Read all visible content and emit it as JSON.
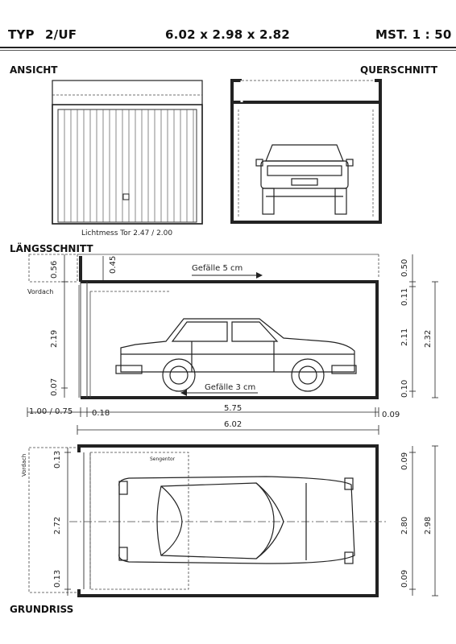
{
  "header": {
    "type_label": "TYP",
    "type_value": "2/UF",
    "dimensions": "6.02 x 2.98 x 2.82",
    "scale": "MST. 1 : 50"
  },
  "sections": {
    "ansicht": "ANSICHT",
    "querschnitt": "QUERSCHNITT",
    "laengsschnitt": "LÄNGSSCHNITT",
    "grundriss": "GRUNDRISS"
  },
  "ansicht": {
    "door_clearance": "Lichtmess Tor 2.47 / 2.00"
  },
  "laengsschnitt": {
    "slope_roof": "Gefälle  5 cm",
    "slope_floor": "Gefälle  3 cm",
    "vordach": "Vordach",
    "dim_left": [
      "0.56",
      "2.19",
      "0.07"
    ],
    "dim_top_inner": "0.45",
    "dim_right_inner": [
      "0.50",
      "0.11",
      "2.11",
      "0.10"
    ],
    "dim_right_total": "2.32",
    "dim_bottom_left": "1.00 / 0.75",
    "dim_bottom_wall": "0.18",
    "dim_bottom_inner": "5.75",
    "dim_bottom_right": "0.09",
    "dim_bottom_total": "6.02"
  },
  "grundriss": {
    "vordach": "Vordach",
    "door_label": "Sengentor",
    "dim_left": [
      "0.13",
      "2.72",
      "0.13"
    ],
    "dim_right_inner": [
      "0.09",
      "2.80",
      "0.09"
    ],
    "dim_right_total": "2.98"
  }
}
